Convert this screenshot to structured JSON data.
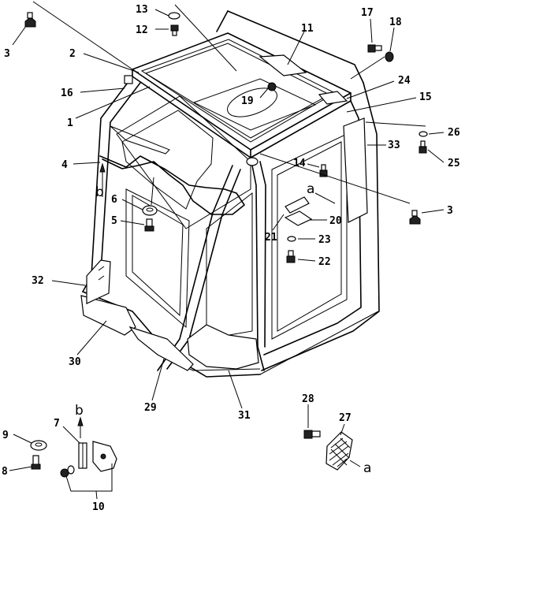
{
  "callouts": [
    {
      "id": "c3a",
      "text": "3"
    },
    {
      "id": "c13",
      "text": "13"
    },
    {
      "id": "c12",
      "text": "12"
    },
    {
      "id": "c11",
      "text": "11"
    },
    {
      "id": "c17",
      "text": "17"
    },
    {
      "id": "c18",
      "text": "18"
    },
    {
      "id": "c2",
      "text": "2"
    },
    {
      "id": "c16",
      "text": "16"
    },
    {
      "id": "c19",
      "text": "19"
    },
    {
      "id": "c24",
      "text": "24"
    },
    {
      "id": "c15",
      "text": "15"
    },
    {
      "id": "c1",
      "text": "1"
    },
    {
      "id": "c26",
      "text": "26"
    },
    {
      "id": "c4",
      "text": "4"
    },
    {
      "id": "c33",
      "text": "33"
    },
    {
      "id": "c25",
      "text": "25"
    },
    {
      "id": "c14",
      "text": "14"
    },
    {
      "id": "c6",
      "text": "6"
    },
    {
      "id": "c3b",
      "text": "3"
    },
    {
      "id": "c5",
      "text": "5"
    },
    {
      "id": "c20",
      "text": "20"
    },
    {
      "id": "c21",
      "text": "21"
    },
    {
      "id": "c23",
      "text": "23"
    },
    {
      "id": "c22",
      "text": "22"
    },
    {
      "id": "c32",
      "text": "32"
    },
    {
      "id": "c30",
      "text": "30"
    },
    {
      "id": "c29",
      "text": "29"
    },
    {
      "id": "c31",
      "text": "31"
    },
    {
      "id": "c28",
      "text": "28"
    },
    {
      "id": "c27",
      "text": "27"
    },
    {
      "id": "c9",
      "text": "9"
    },
    {
      "id": "c7",
      "text": "7"
    },
    {
      "id": "c8",
      "text": "8"
    },
    {
      "id": "c10",
      "text": "10"
    }
  ],
  "letters": [
    {
      "id": "lb1",
      "text": "b"
    },
    {
      "id": "la1",
      "text": "a"
    },
    {
      "id": "lb2",
      "text": "b"
    },
    {
      "id": "la2",
      "text": "a"
    }
  ]
}
